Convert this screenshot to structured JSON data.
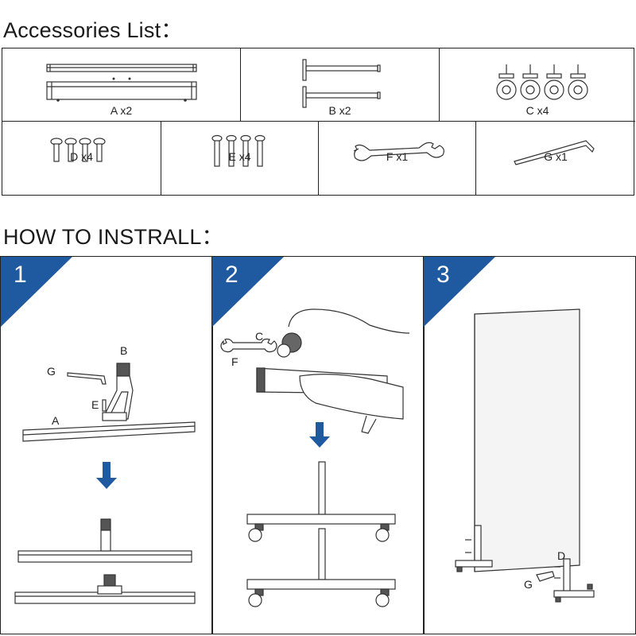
{
  "headings": {
    "accessories": "Accessories List：",
    "install": "HOW TO INSTRALL："
  },
  "accessories": [
    {
      "id": "A",
      "label": "A x2"
    },
    {
      "id": "B",
      "label": "B x2"
    },
    {
      "id": "C",
      "label": "C x4"
    },
    {
      "id": "D",
      "label": "D x4"
    },
    {
      "id": "E",
      "label": "E x4"
    },
    {
      "id": "F",
      "label": "F x1"
    },
    {
      "id": "G",
      "label": "G x1"
    }
  ],
  "steps": [
    {
      "number": "1",
      "parts": [
        "B",
        "G",
        "E",
        "A"
      ]
    },
    {
      "number": "2",
      "parts": [
        "C",
        "F"
      ]
    },
    {
      "number": "3",
      "parts": [
        "D",
        "G"
      ]
    }
  ],
  "colors": {
    "badge": "#1f5aa0",
    "arrow": "#1f5aa0",
    "mirror": "#f4f4f4"
  },
  "icons": [
    "leg-bar-icon",
    "upright-bracket-icon",
    "caster-wheel-icon",
    "screw-icon",
    "bolt-icon",
    "wrench-icon",
    "hex-key-icon",
    "down-arrow-icon"
  ]
}
